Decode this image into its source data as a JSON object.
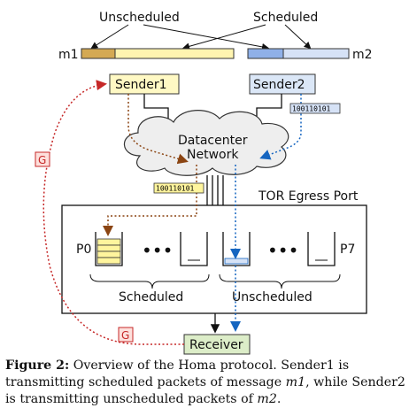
{
  "labels": {
    "unscheduled_top": "Unscheduled",
    "scheduled_top": "Scheduled",
    "m1": "m1",
    "m2": "m2",
    "sender1": "Sender1",
    "sender2": "Sender2",
    "network_line1": "Datacenter",
    "network_line2": "Network",
    "tor": "TOR Egress Port",
    "p0": "P0",
    "p7": "P7",
    "ellipsis": "•••",
    "scheduled_bottom": "Scheduled",
    "unscheduled_bottom": "Unscheduled",
    "receiver": "Receiver",
    "grant": "G",
    "bits": "100110101"
  },
  "caption": {
    "label": "Figure 2:",
    "text_a": " Overview of the Homa protocol. Sender1 is transmitting scheduled packets of message ",
    "m1": "m1",
    "text_b": ", while Sender2 is transmitting unscheduled packets of ",
    "m2": "m2",
    "text_c": "."
  },
  "colors": {
    "sender1_flow": "#8b4513",
    "sender2_flow": "#1565c0",
    "grant": "#c62828",
    "sender_box": "#fff9c4",
    "sender2_box": "#dbe7f7",
    "receiver_box": "#dcedc8",
    "m1_unscheduled": "#d4a953",
    "m1_scheduled": "#fff4b0",
    "m2_unscheduled": "#8fb0e8",
    "m2_scheduled": "#d6e2f6",
    "packet": "#fff59d"
  }
}
